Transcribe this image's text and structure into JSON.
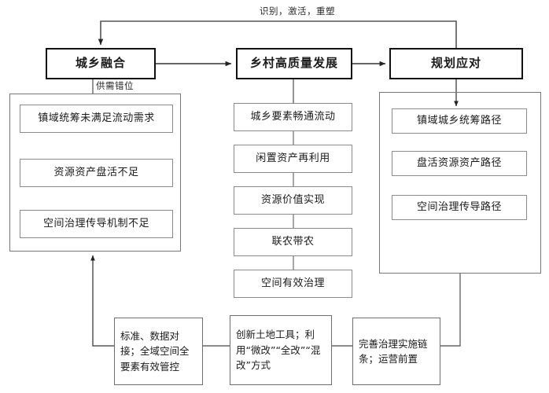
{
  "diagram": {
    "title_label_top": "识别，激活，重塑",
    "label_supply_demand": "供需错位",
    "top_row": [
      {
        "id": "urban-rural-integration",
        "label": "城乡融合"
      },
      {
        "id": "rural-high-quality-development",
        "label": "乡村高质量发展"
      },
      {
        "id": "planning-response",
        "label": "规划应对"
      }
    ],
    "left_column": {
      "items": [
        {
          "label": "镇域统筹未满足流动需求"
        },
        {
          "label": "资源资产盘活不足"
        },
        {
          "label": "空间治理传导机制不足"
        }
      ]
    },
    "middle_column": {
      "items": [
        {
          "label": "城乡要素畅通流动"
        },
        {
          "label": "闲置资产再利用"
        },
        {
          "label": "资源价值实现"
        },
        {
          "label": "联农带农"
        },
        {
          "label": "空间有效治理"
        }
      ]
    },
    "right_column": {
      "items": [
        {
          "label": "镇域城乡统筹路径"
        },
        {
          "label": "盘活资源资产路径"
        },
        {
          "label": "空间治理传导路径"
        }
      ]
    },
    "bottom_row": [
      {
        "id": "standards-data",
        "label": "标准、数据对接；全域空间全要素有效管控"
      },
      {
        "id": "land-tools",
        "label": "创新土地工具；利用“微改”“全改”“混改”方式"
      },
      {
        "id": "governance-chain",
        "label": "完善治理实施链条；运营前置"
      }
    ],
    "colors": {
      "background": "#ffffff",
      "top_border": "#111111",
      "inner_border": "#8a8a8a",
      "container_border": "#777777",
      "edge": "#4a4a4a",
      "text": "#1a1a1a"
    }
  }
}
